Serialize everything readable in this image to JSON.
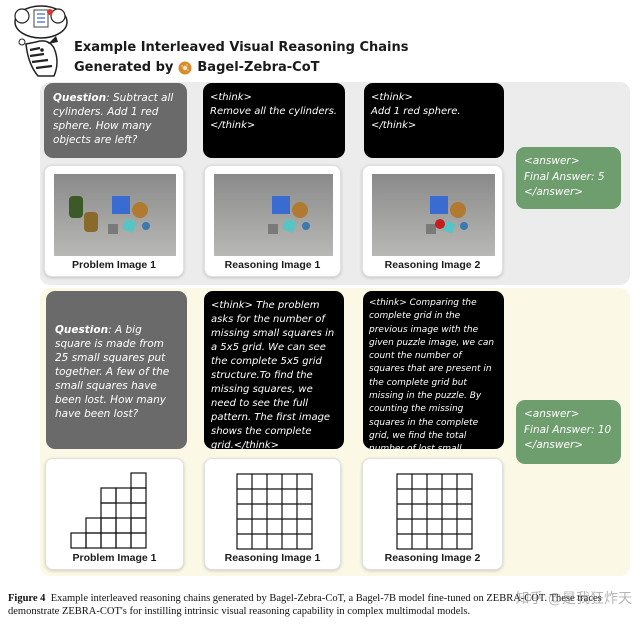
{
  "header": {
    "title_line1": "Example Interleaved Visual Reasoning Chains",
    "title_line2_prefix": "Generated by",
    "title_line2_suffix": "Bagel-Zebra-CoT"
  },
  "example1": {
    "question_label": "Question",
    "question_text": ": Subtract all cylinders. Add 1 red sphere. How many objects are left?",
    "think1": "<think>\nRemove all the cylinders.\n</think>",
    "think2": "<think>\nAdd 1 red sphere.\n</think>",
    "answer": "<answer>\nFinal Answer: 5\n</answer>",
    "captions": [
      "Problem Image 1",
      "Reasoning Image 1",
      "Reasoning Image 2"
    ]
  },
  "example2": {
    "question_label": "Question",
    "question_text": ": A big square is made from 25 small squares put together. A few of the small squares have been lost. How many have been lost?",
    "think1": "<think> The problem asks for the number of missing small squares in a 5x5 grid. We can see the complete 5x5 grid structure.To find the missing squares, we need to see the full pattern. The first image shows the complete grid.</think>",
    "think2": "<think> Comparing the complete grid in the previous image with the given puzzle image, we can count the number of squares that are present in the complete grid but missing in the puzzle. By counting the missing squares in the complete grid, we find the total number of lost small squares.</think>",
    "answer": "<answer>\nFinal Answer: 10\n</answer>",
    "captions": [
      "Problem Image 1",
      "Reasoning Image 1",
      "Reasoning Image 2"
    ]
  },
  "figure_caption": {
    "label": "Figure 4",
    "text": "Example interleaved reasoning chains generated by Bagel-Zebra-CoT, a Bagel-7B model fine-tuned on ZEBRA-COT. These traces demonstrate ZEBRA-COT's for instilling intrinsic visual reasoning capability in complex multimodal models."
  },
  "watermark": "知乎 @是我狂炸天"
}
